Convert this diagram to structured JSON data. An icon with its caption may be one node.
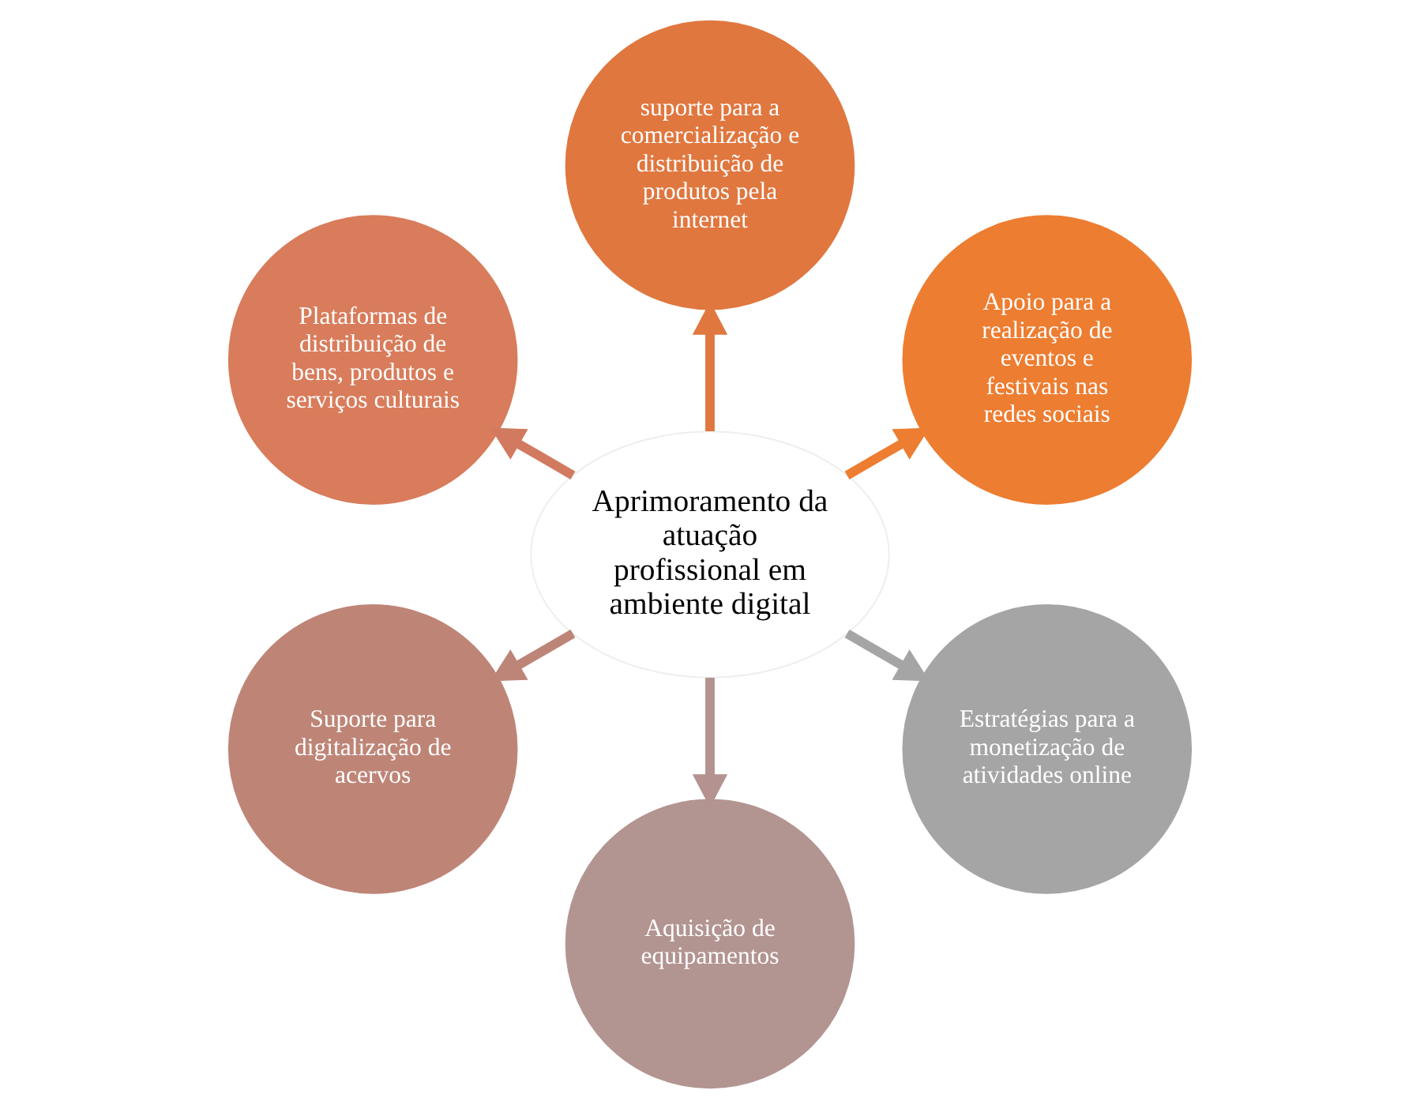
{
  "diagram": {
    "nodes": [
      {
        "text": [
          "Aprimoramento da atuação profissional em ambiente digital"
        ]
      },
      {
        "text": [
          "Apoio para a realização de eventos e festivais nas redes sociais"
        ]
      },
      {
        "text": [
          "suporte para a comercialização e distribuição de produtos pela internet"
        ]
      },
      {
        "text": [
          "Plataformas de distribuição de bens, produtos e serviços culturais"
        ]
      },
      {
        "text": [
          "Suporte para digitalização de acervos"
        ]
      },
      {
        "text": [
          "Aquisição de equipamentos"
        ]
      },
      {
        "text": [
          "Estratégias para a monetização de atividades online"
        ]
      }
    ],
    "edges": [
      {
        "from": 0,
        "to": 1,
        "arrow": "to",
        "color": "#ed7d31"
      },
      {
        "from": 0,
        "to": 2,
        "arrow": "to",
        "color": "#e0773f"
      },
      {
        "from": 0,
        "to": 3,
        "arrow": "to",
        "color": "#d27a60"
      },
      {
        "from": 0,
        "to": 4,
        "arrow": "to",
        "color": "#bd8478"
      },
      {
        "from": 0,
        "to": 5,
        "arrow": "to",
        "color": "#b39290"
      },
      {
        "from": 0,
        "to": 6,
        "arrow": "to",
        "color": "#a5a5a5"
      }
    ]
  }
}
